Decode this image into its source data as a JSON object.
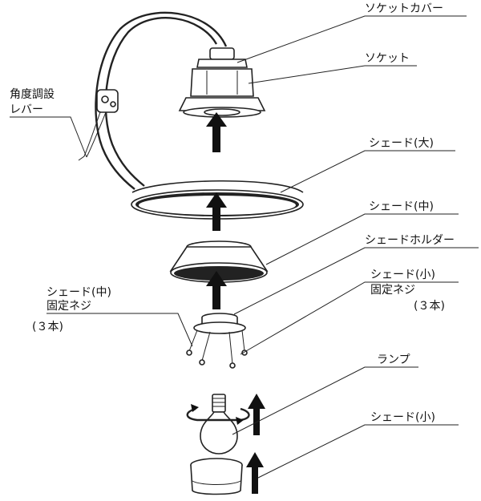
{
  "labels": {
    "socket_cover": "ソケットカバー",
    "socket": "ソケット",
    "angle_lever_1": "角度調設",
    "angle_lever_2": "レバー",
    "shade_large": "シェード(大)",
    "shade_medium": "シェード(中)",
    "shade_holder": "シェードホルダー",
    "shade_small_screw_1": "シェード(小)",
    "shade_small_screw_2": "固定ネジ",
    "shade_small_screw_3": "(３本)",
    "shade_medium_screw_1": "シェード(中)",
    "shade_medium_screw_2": "固定ネジ",
    "shade_medium_screw_3": "(３本)",
    "lamp": "ランプ",
    "shade_small": "シェード(小)"
  }
}
